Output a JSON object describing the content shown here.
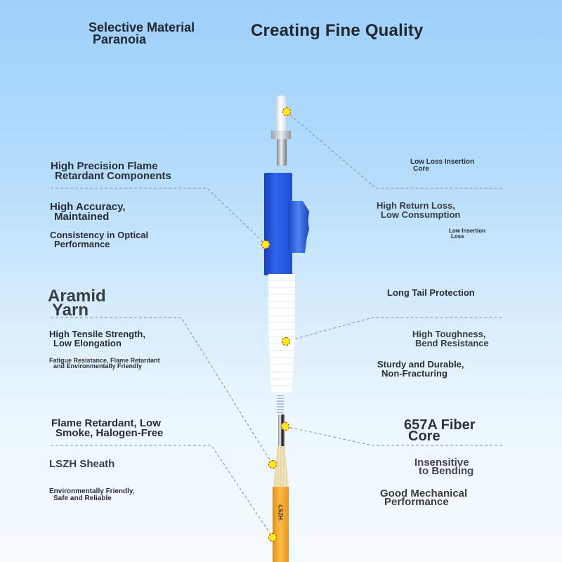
{
  "header": {
    "left_title_line1": "Selective Material",
    "left_title_line2": "Paranoia",
    "main_title": "Creating Fine Quality"
  },
  "left_labels": {
    "components_line1": "High Precision Flame",
    "components_line2": "Retardant Components",
    "accuracy_line1": "High Accuracy,",
    "accuracy_line2": "Maintained",
    "consistency_line1": "Consistency in Optical",
    "consistency_line2": "Performance",
    "aramid_line1": "Aramid",
    "aramid_line2": "Yarn",
    "tensile_line1": "High Tensile Strength,",
    "tensile_line2": "Low Elongation",
    "fatigue_line1": "Fatigue Resistance, Flame Retardant",
    "fatigue_line2": "and Environmentally Friendly",
    "flame_line1": "Flame Retardant, Low",
    "flame_line2": "Smoke, Halogen-Free",
    "lszh": "LSZH Sheath",
    "env_line1": "Environmentally Friendly,",
    "env_line2": "Safe and Reliable"
  },
  "right_labels": {
    "core_line1": "Low Loss Insertion",
    "core_line2": "Core",
    "return_line1": "High Return Loss,",
    "return_line2": "Low Consumption",
    "insertion_line1": "Low Insertion",
    "insertion_line2": "Loss",
    "tail": "Long Tail Protection",
    "tough_line1": "High Toughness,",
    "tough_line2": "Bend Resistance",
    "sturdy_line1": "Sturdy and Durable,",
    "sturdy_line2": "Non-Fracturing",
    "fiber_line1": "657A Fiber",
    "fiber_line2": "Core",
    "insensitive_line1": "Insensitive",
    "insensitive_line2": "to Bending",
    "mech_line1": "Good Mechanical",
    "mech_line2": "Performance"
  },
  "cable": {
    "jacket_print": "-LSZH-",
    "colors": {
      "boot_blue": "#1f4fd6",
      "ferrule_white": "#f4f6f8",
      "jacket_orange": "#f5a623",
      "yarn": "#e9d9a8",
      "marker_fill": "#f6ee1a",
      "marker_border": "#e0241b"
    }
  }
}
